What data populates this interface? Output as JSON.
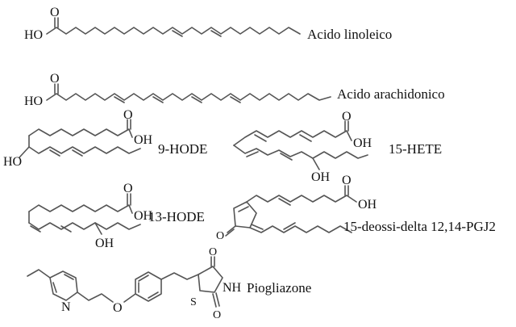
{
  "molecules": [
    {
      "id": "linoleic",
      "name": "Acido linoleico",
      "atoms": [
        "HO",
        "O"
      ]
    },
    {
      "id": "arachidonic",
      "name": "Acido arachidonico",
      "atoms": [
        "HO",
        "O"
      ]
    },
    {
      "id": "hode9",
      "name": "9-HODE",
      "atoms": [
        "O",
        "OH",
        "HO"
      ]
    },
    {
      "id": "hete15",
      "name": "15-HETE",
      "atoms": [
        "O",
        "OH",
        "OH"
      ]
    },
    {
      "id": "hode13",
      "name": "13-HODE",
      "atoms": [
        "O",
        "OH",
        "OH"
      ]
    },
    {
      "id": "pgj2",
      "name": "15-deossi-delta 12,14-PGJ2",
      "atoms": [
        "O",
        "OH",
        "O"
      ]
    },
    {
      "id": "pioglitazone",
      "name": "Piogliazone",
      "atoms": [
        "N",
        "O",
        "O",
        "NH",
        "S",
        "O"
      ]
    }
  ]
}
